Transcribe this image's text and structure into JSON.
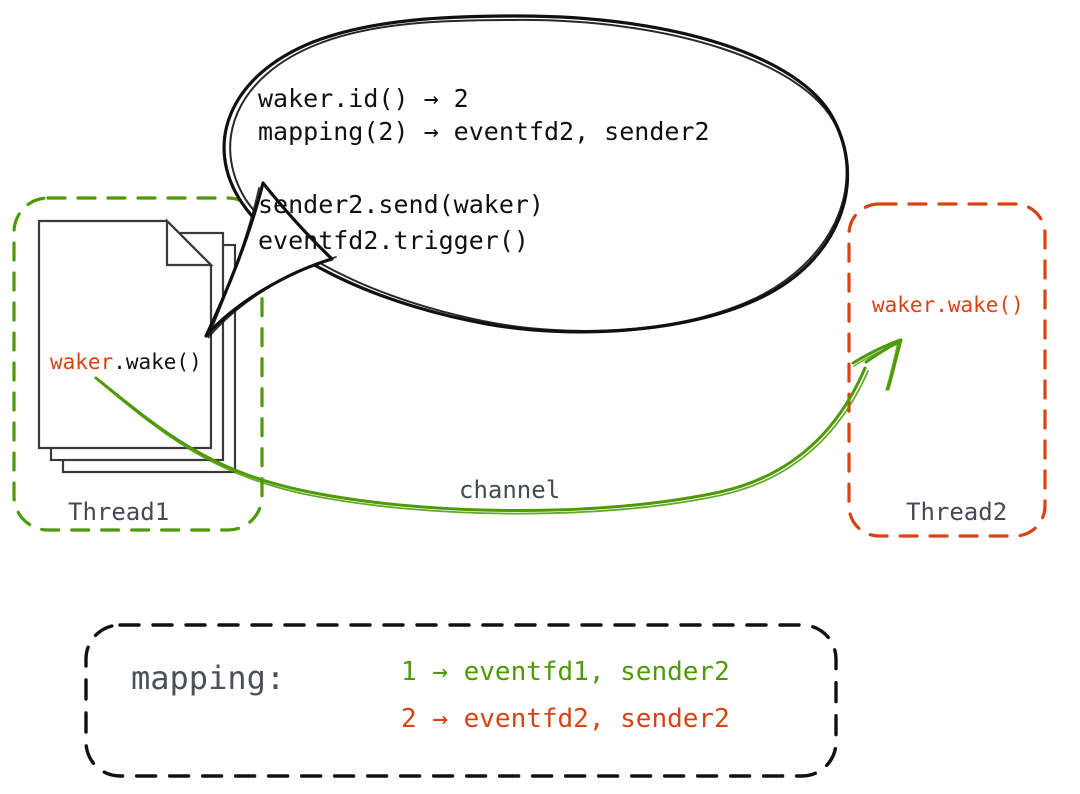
{
  "diagram": {
    "title": "waker wake cross-thread channel diagram",
    "colors": {
      "green": "#4e9a06",
      "orange": "#d94314",
      "slate": "#434a54",
      "ink": "#111111"
    },
    "bubble": {
      "lines": [
        "waker.id() → 2",
        "mapping(2) → eventfd2, sender2",
        "sender2.send(waker)",
        "eventfd2.trigger()"
      ]
    },
    "thread1": {
      "label": "Thread1",
      "document_call_prefix": "waker",
      "document_call_suffix": ".wake()"
    },
    "thread2": {
      "label": "Thread2",
      "call": "waker.wake()"
    },
    "channel": {
      "label": "channel"
    },
    "mapping": {
      "title": "mapping:",
      "rows": [
        "1 → eventfd1, sender2",
        "2 → eventfd2, sender2"
      ]
    }
  }
}
